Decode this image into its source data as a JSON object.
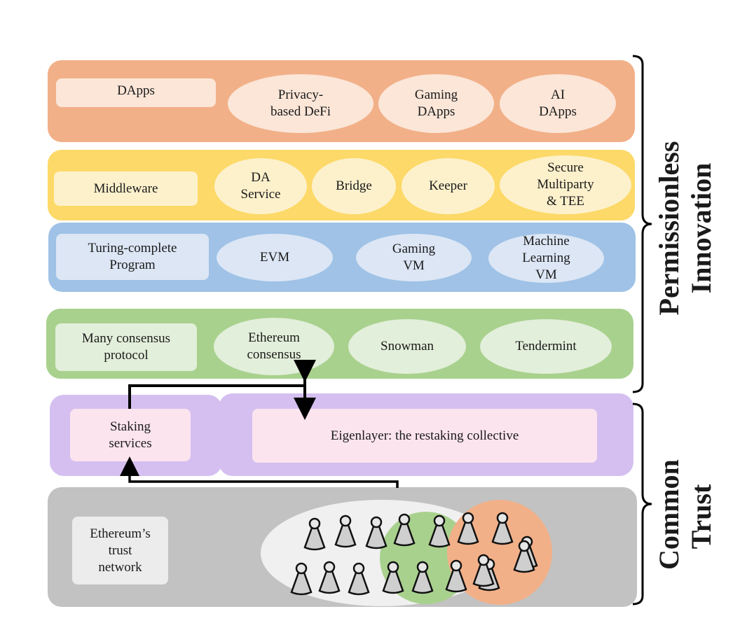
{
  "colors": {
    "dapps": "#f2b088",
    "middleware": "#fcd968",
    "program": "#9fc2e6",
    "consensus": "#a9d18e",
    "restaking": "#d5bff0",
    "trust": "#c2c2c2",
    "green_group": "#a9d18e",
    "orange_group": "#f2b088"
  },
  "layers": {
    "dapps": {
      "label": "DApps",
      "items": [
        "Privacy-\nbased DeFi",
        "Gaming\nDApps",
        "AI\nDApps"
      ]
    },
    "middleware": {
      "label": "Middleware",
      "items": [
        "DA\nService",
        "Bridge",
        "Keeper",
        "Secure\nMultiparty\n& TEE"
      ]
    },
    "program": {
      "label": "Turing-complete\nProgram",
      "items": [
        "EVM",
        "Gaming\nVM",
        "Machine\nLearning\nVM"
      ]
    },
    "consensus": {
      "label": "Many consensus\nprotocol",
      "items": [
        "Ethereum\nconsensus",
        "Snowman",
        "Tendermint"
      ]
    },
    "restaking": {
      "staking": "Staking\nservices",
      "eigenlayer": "Eigenlayer: the restaking collective"
    },
    "trust": {
      "label": "Ethereum’s\ntrust\nnetwork",
      "validator_icon": "person-pawn-icon",
      "validator_count": 17
    }
  },
  "braces": {
    "upper": "Permissionless\nInnovation",
    "lower": "Common\nTrust"
  }
}
